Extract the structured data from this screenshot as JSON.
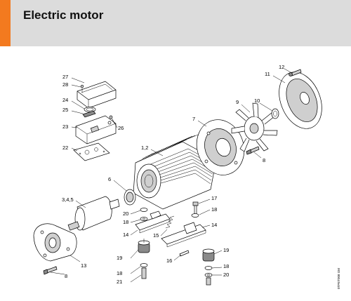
{
  "header": {
    "title": "Electric motor",
    "accent_color": "#f37a1f",
    "background_color": "#dcdcdc"
  },
  "diagram": {
    "callouts": [
      "27",
      "28",
      "24",
      "25",
      "23",
      "26",
      "22",
      "1,2",
      "6",
      "3,4,5",
      "20",
      "18",
      "14",
      "15",
      "16",
      "17",
      "18",
      "14",
      "19",
      "18",
      "21",
      "19",
      "18",
      "20",
      "13",
      "8",
      "7",
      "9",
      "10",
      "11",
      "12",
      "8"
    ],
    "drawing_code": "0TPET008 GM"
  }
}
